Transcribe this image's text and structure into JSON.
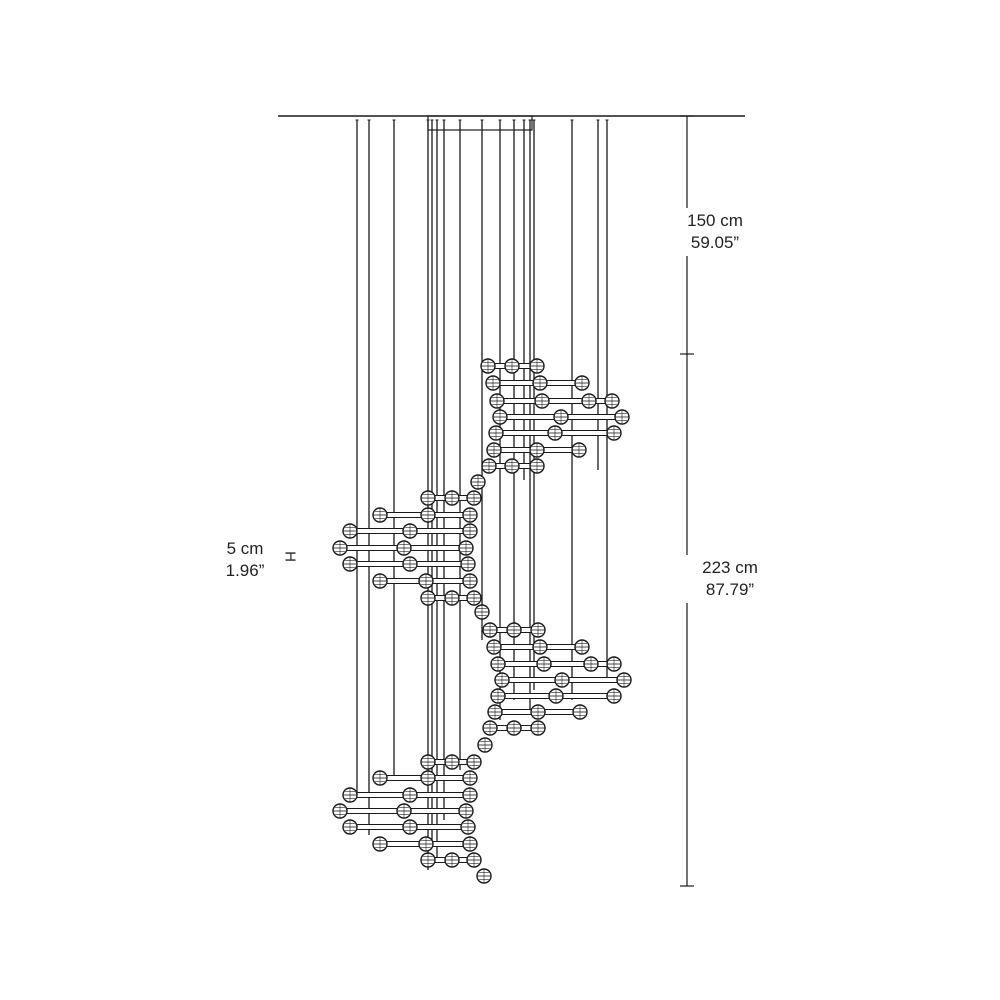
{
  "dimensions": {
    "upper": {
      "metric": "150 cm",
      "imperial": "59.05”"
    },
    "lower": {
      "metric": "223 cm",
      "imperial": "87.79”"
    },
    "module": {
      "metric": "5 cm",
      "imperial": "1.96”",
      "axis_letter": "H"
    }
  },
  "colors": {
    "line": "#1a1a1a",
    "text": "#222222"
  }
}
